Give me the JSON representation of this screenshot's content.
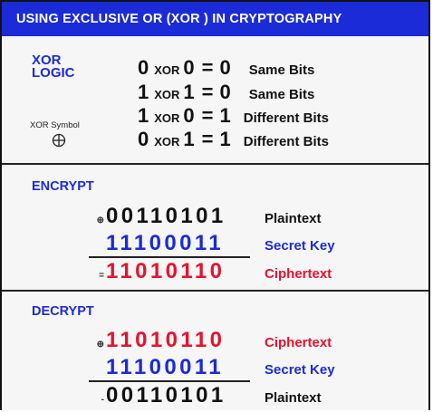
{
  "title": "USING EXCLUSIVE OR (XOR ) IN CRYPTOGRAPHY",
  "colors": {
    "brand_blue": "#1b2bd8",
    "cipher_red": "#e8112d",
    "text_black": "#111111"
  },
  "xor_section": {
    "label_line1": "XOR",
    "label_line2": "LOGIC",
    "symbol_label": "XOR Symbol",
    "symbol_icon": "circled-plus-icon",
    "xor_word": "XOR",
    "equals": "=",
    "rows": [
      {
        "a": "0",
        "b": "0",
        "result": "0",
        "note": "Same Bits"
      },
      {
        "a": "1",
        "b": "1",
        "result": "0",
        "note": "Same Bits"
      },
      {
        "a": "1",
        "b": "0",
        "result": "1",
        "note": "Different Bits"
      },
      {
        "a": "0",
        "b": "1",
        "result": "1",
        "note": "Different Bits"
      }
    ]
  },
  "encrypt": {
    "title": "ENCRYPT",
    "rows": [
      {
        "op": "⊕",
        "bits": "00110101",
        "tag": "Plaintext"
      },
      {
        "op": "",
        "bits": "11100011",
        "tag": "Secret Key"
      },
      {
        "op": "=",
        "bits": "11010110",
        "tag": "Ciphertext"
      }
    ]
  },
  "decrypt": {
    "title": "DECRYPT",
    "rows": [
      {
        "op": "⊕",
        "bits": "11010110",
        "tag": "Ciphertext"
      },
      {
        "op": "",
        "bits": "11100011",
        "tag": "Secret Key"
      },
      {
        "op": "-",
        "bits": "00110101",
        "tag": "Plaintext"
      }
    ]
  }
}
